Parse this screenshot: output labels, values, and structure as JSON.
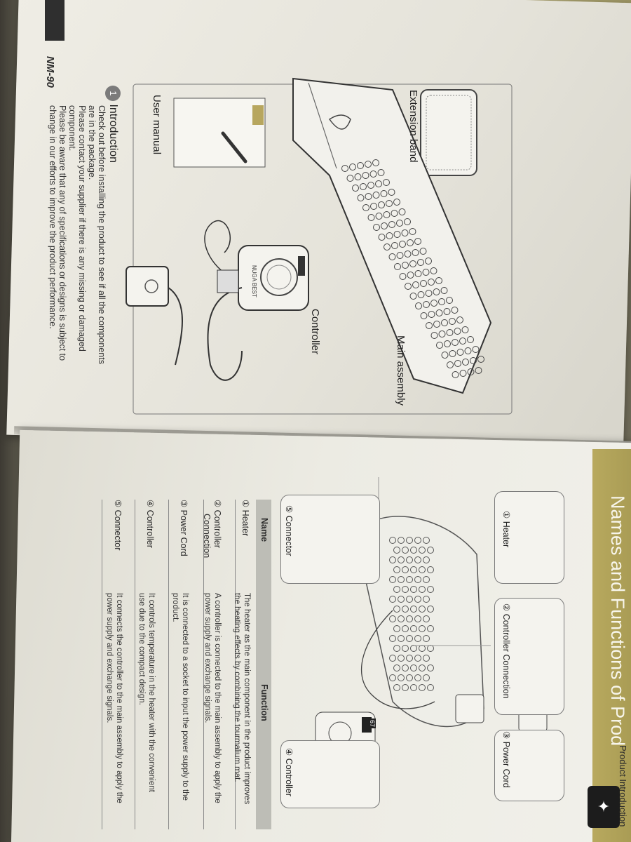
{
  "left_page": {
    "model": "NM-90",
    "intro": {
      "number": "1",
      "title": "Introduction",
      "lines": [
        "Check out before installing the product to see if all the components",
        "are in the package.",
        "Please contact your supplier if there is any missing or damaged",
        "component.",
        "Please be aware that any of specifications or designs is subject to",
        "change in our efforts to improve the product performance."
      ]
    },
    "labels": {
      "extension_band": "Extension band",
      "user_manual": "User manual",
      "main_assembly": "Main assembly",
      "controller": "Controller"
    },
    "controller_brand": "NUGA BEST"
  },
  "right_page": {
    "title": "Names and Functions of Prod",
    "section": "Product Introduction",
    "callouts": [
      {
        "num": "①",
        "label": "Heater"
      },
      {
        "num": "②",
        "label": "Controller Connection"
      },
      {
        "num": "③",
        "label": "Power Cord"
      },
      {
        "num": "④",
        "label": "Controller"
      },
      {
        "num": "⑤",
        "label": "Connector"
      }
    ],
    "controller_display": "67",
    "table": {
      "headers": [
        "Name",
        "Function"
      ],
      "rows": [
        {
          "name": "① Heater",
          "name2": "",
          "function": [
            "The heater as the main component in the product improves",
            "the heating effects by combining the tourmalium mat."
          ]
        },
        {
          "name": "② Controller",
          "name2": "Connection",
          "function": [
            "A controller is connected to the main assembly to apply the",
            "power supply and exchange signals."
          ]
        },
        {
          "name": "③ Power Cord",
          "name2": "",
          "function": [
            "It is connected to a socket to input the power supply to the",
            "product."
          ]
        },
        {
          "name": "④ Controller",
          "name2": "",
          "function": [
            "It controls temperature in the heater with the convenient",
            "use due to the compact design."
          ]
        },
        {
          "name": "⑤ Connector",
          "name2": "",
          "function": [
            "It connects the controller to the main assembly to apply the",
            "power supply and exchange signals."
          ]
        }
      ]
    }
  },
  "colors": {
    "title_band": "#b3a45c",
    "page": "#ecebe3",
    "ink": "#2b2b2b"
  }
}
